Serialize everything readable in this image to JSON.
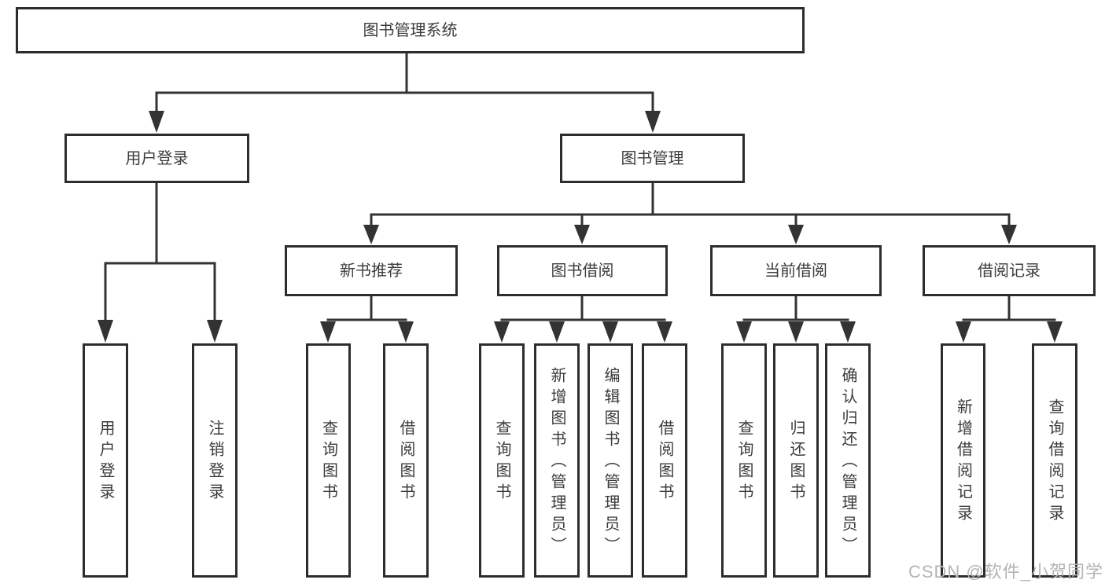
{
  "diagram": {
    "root": {
      "label": "图书管理系统"
    },
    "branches": [
      {
        "label": "用户登录",
        "children": [
          {
            "label": "用户登录"
          },
          {
            "label": "注销登录"
          }
        ]
      },
      {
        "label": "图书管理",
        "children": [
          {
            "label": "新书推荐",
            "children": [
              {
                "label": "查询图书"
              },
              {
                "label": "借阅图书"
              }
            ]
          },
          {
            "label": "图书借阅",
            "children": [
              {
                "label": "查询图书"
              },
              {
                "label": "新增图书（管理员）"
              },
              {
                "label": "编辑图书（管理员）"
              },
              {
                "label": "借阅图书"
              }
            ]
          },
          {
            "label": "当前借阅",
            "children": [
              {
                "label": "查询图书"
              },
              {
                "label": "归还图书"
              },
              {
                "label": "确认归还（管理员）"
              }
            ]
          },
          {
            "label": "借阅记录",
            "children": [
              {
                "label": "新增借阅记录"
              },
              {
                "label": "查询借阅记录"
              }
            ]
          }
        ]
      }
    ]
  },
  "watermark": {
    "text": "CSDN @软件_小贺同学"
  },
  "colors": {
    "line": "#333333",
    "box_border": "#2d2d2d",
    "text": "#3c3c3c",
    "watermark": "#b4b4b4",
    "background": "#ffffff"
  }
}
